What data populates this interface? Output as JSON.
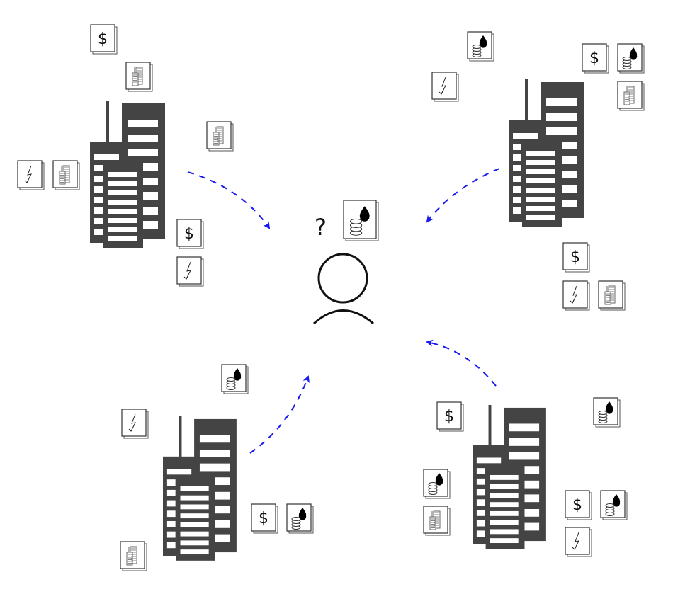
{
  "colors": {
    "building": "#444444",
    "arrow": "#1a1aee",
    "ink": "#111111"
  },
  "labels": {
    "dollar": "$",
    "question": "?"
  },
  "center": {
    "doc": "oil-data-icon"
  },
  "clusters": [
    {
      "name": "top-left",
      "docs": [
        "dollar",
        "buildings",
        "buildings",
        "bolt",
        "buildings",
        "dollar",
        "bolt"
      ]
    },
    {
      "name": "top-right",
      "docs": [
        "oil",
        "bolt",
        "dollar",
        "oil",
        "buildings",
        "dollar",
        "bolt",
        "buildings"
      ]
    },
    {
      "name": "bottom-left",
      "docs": [
        "oil",
        "bolt",
        "dollar",
        "oil",
        "buildings"
      ]
    },
    {
      "name": "bottom-right",
      "docs": [
        "dollar",
        "oil",
        "oil",
        "buildings",
        "dollar",
        "oil",
        "bolt"
      ]
    }
  ]
}
